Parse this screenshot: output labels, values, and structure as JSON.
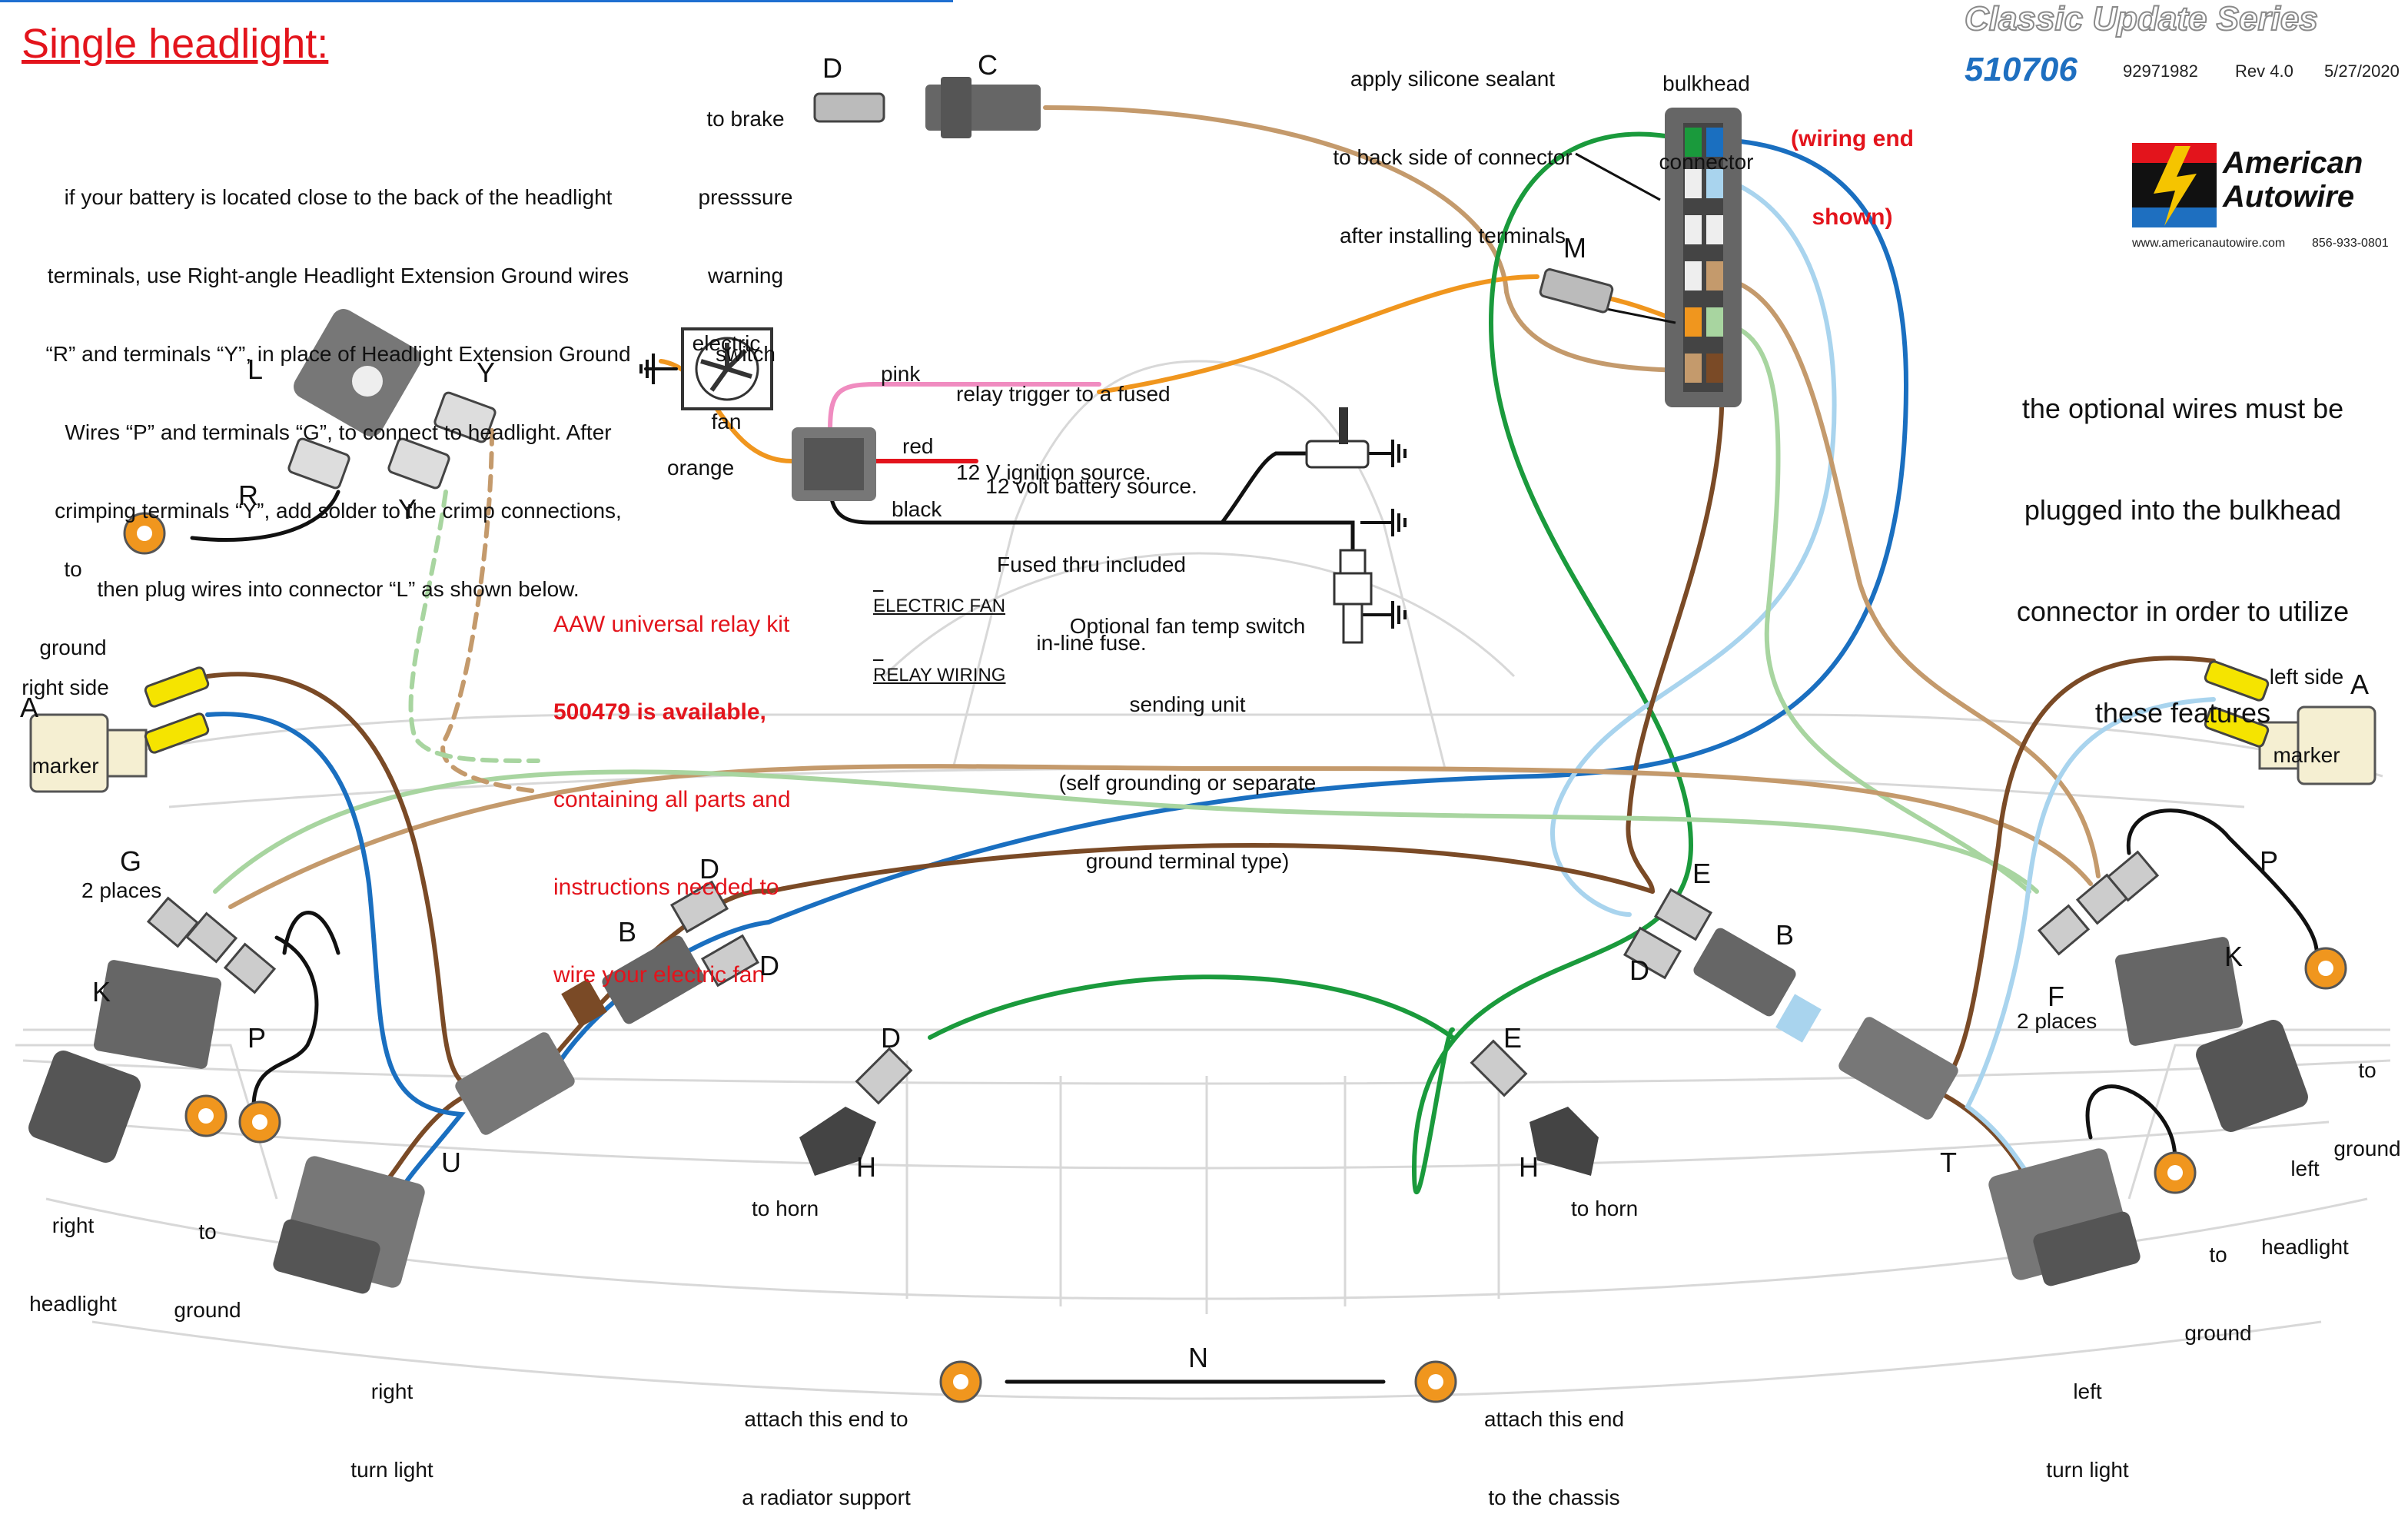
{
  "header": {
    "title": "Single headlight:",
    "series": "Classic Update Series",
    "part_number": "510706",
    "doc_number": "92971982",
    "revision": "Rev 4.0",
    "date": "5/27/2020",
    "brand_line1": "American",
    "brand_line2": "Autowire",
    "website": "www.americanautowire.com",
    "phone": "856-933-0801"
  },
  "notes": {
    "battery_line1": "if your battery is located close to the back of the headlight",
    "battery_line2": "terminals, use Right-angle Headlight Extension Ground wires",
    "battery_line3": "“R” and terminals “Y”, in place of Headlight Extension Ground",
    "battery_line4": "Wires “P” and terminals “G”, to connect to headlight. After",
    "battery_line5": "crimping terminals “Y”, add solder to the crimp connections,",
    "battery_line6": "then plug wires into connector “L” as shown below.",
    "optional_line1": "the optional wires must be",
    "optional_line2": "plugged into the bulkhead",
    "optional_line3": "connector in order to utilize",
    "optional_line4": "these features",
    "relay_kit_line1": "AAW universal relay kit",
    "relay_kit_line2": "500479 is available,",
    "relay_kit_line3": "containing all parts and",
    "relay_kit_line4": "instructions needed to",
    "relay_kit_line5": "wire your electric fan",
    "silicone_line1": "apply silicone sealant",
    "silicone_line2": "to back side of connector",
    "silicone_line3": "after installing terminals",
    "wiring_end_line1": "(wiring end",
    "wiring_end_line2": "shown)"
  },
  "labels": {
    "bulkhead_line1": "bulkhead",
    "bulkhead_line2": "connector",
    "brake_line1": "to brake",
    "brake_line2": "presssure",
    "brake_line3": "warning",
    "brake_line4": "switch",
    "electric_fan_line1": "electric",
    "electric_fan_line2": "fan",
    "relay_trigger_line1": "relay trigger to a fused",
    "relay_trigger_line2": "12 V ignition source.",
    "pink": "pink",
    "red": "red",
    "orange": "orange",
    "black": "black",
    "battery_source_line1": "12 volt battery source.",
    "battery_source_line2": "Fused thru included",
    "battery_source_line3": "in-line fuse.",
    "fan_relay_line1": "ELECTRIC FAN",
    "fan_relay_line2": "RELAY WIRING",
    "temp_switch_line1": "Optional fan temp switch",
    "temp_switch_line2": "sending unit",
    "temp_switch_line3": "(self grounding or separate",
    "temp_switch_line4": "ground terminal type)",
    "right_side_marker_line1": "right side",
    "right_side_marker_line2": "marker",
    "left_side_marker_line1": "left side",
    "left_side_marker_line2": "marker",
    "to_ground": "to ground",
    "to": "to",
    "ground": "ground",
    "two_places": "2 places",
    "right_headlight_line1": "right",
    "right_headlight_line2": "headlight",
    "left_headlight_line1": "left",
    "left_headlight_line2": "headlight",
    "right_turn_line1": "right",
    "right_turn_line2": "turn light",
    "left_turn_line1": "left",
    "left_turn_line2": "turn light",
    "to_horn": "to horn",
    "radiator_line1": "attach this end to",
    "radiator_line2": "a radiator support",
    "chassis_line1": "attach this end",
    "chassis_line2": "to the chassis"
  },
  "letters": {
    "A": "A",
    "B": "B",
    "C": "C",
    "D": "D",
    "E": "E",
    "F": "F",
    "G": "G",
    "H": "H",
    "K": "K",
    "L": "L",
    "M": "M",
    "N": "N",
    "P": "P",
    "R": "R",
    "T": "T",
    "U": "U",
    "Y": "Y"
  },
  "colors": {
    "green": "#1a9a3c",
    "blue": "#1a6fc0",
    "light_blue": "#a9d4ee",
    "tan": "#c49a6c",
    "brown": "#7a4a26",
    "light_green": "#a8d5a0",
    "orange": "#f0961e",
    "pink": "#f08cc0",
    "red": "#e3141c",
    "yellow": "#f5e400",
    "connector_gray": "#6b6b6b"
  }
}
